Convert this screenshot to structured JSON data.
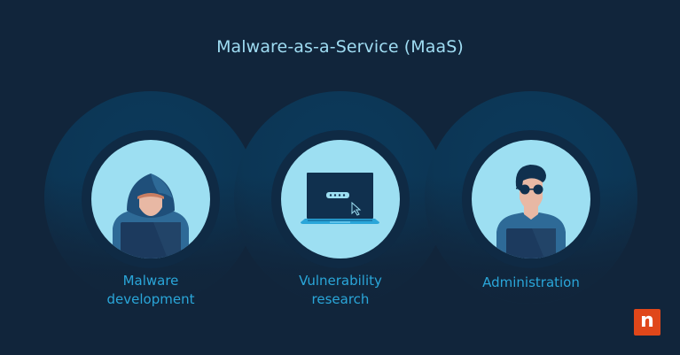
{
  "header": {
    "title": "Malware-as-a-Service (MaaS)"
  },
  "nodes": [
    {
      "id": "malware-development",
      "label_line1": "Malware",
      "label_line2": "development",
      "illustration": "hooded-hacker-icon"
    },
    {
      "id": "vulnerability-research",
      "label_line1": "Vulnerability",
      "label_line2": "research",
      "illustration": "laptop-password-icon"
    },
    {
      "id": "administration",
      "label_line1": "Administration",
      "label_line2": "",
      "illustration": "admin-person-icon"
    }
  ],
  "logo": {
    "glyph": "n",
    "color": "#e0471a"
  },
  "colors": {
    "background": "#11253b",
    "title": "#9fdcf2",
    "label": "#2aa6d9",
    "inner_circle": "#9ddff2",
    "ring": "#0f2a44",
    "outer_glow": "#0b3a5c"
  }
}
